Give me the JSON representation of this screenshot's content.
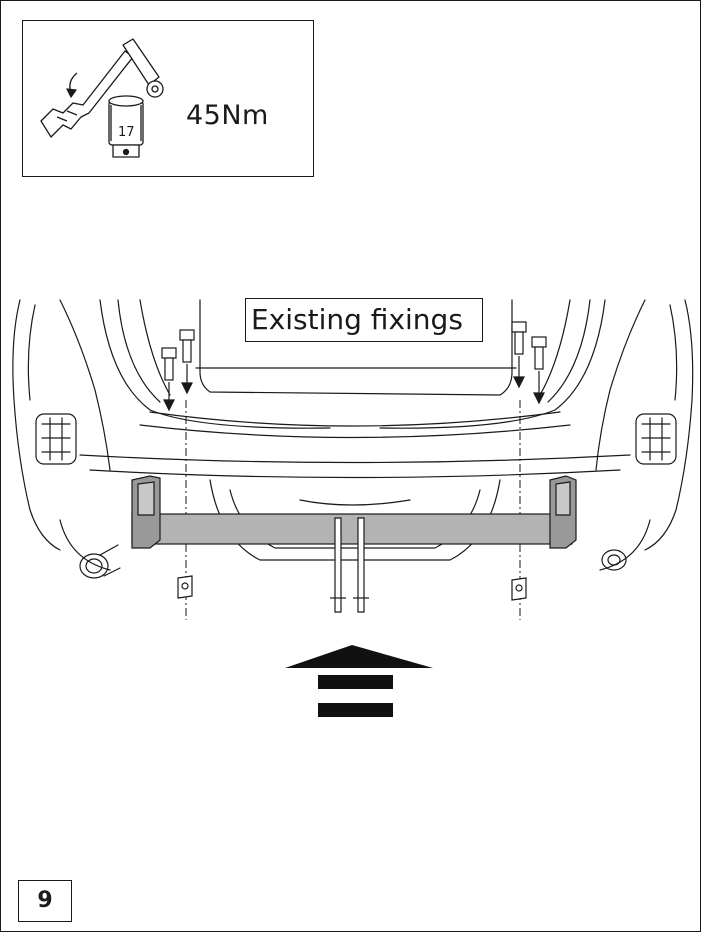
{
  "tool": {
    "torque_label": "45Nm",
    "socket_size": "17",
    "icon": "torque-wrench-icon"
  },
  "callout": {
    "label": "Existing fixings"
  },
  "step": {
    "number": "9"
  },
  "colors": {
    "line": "#1a1a1a",
    "crossbar": "#b3b3b3",
    "bracket": "#999999",
    "arrow": "#111111"
  }
}
